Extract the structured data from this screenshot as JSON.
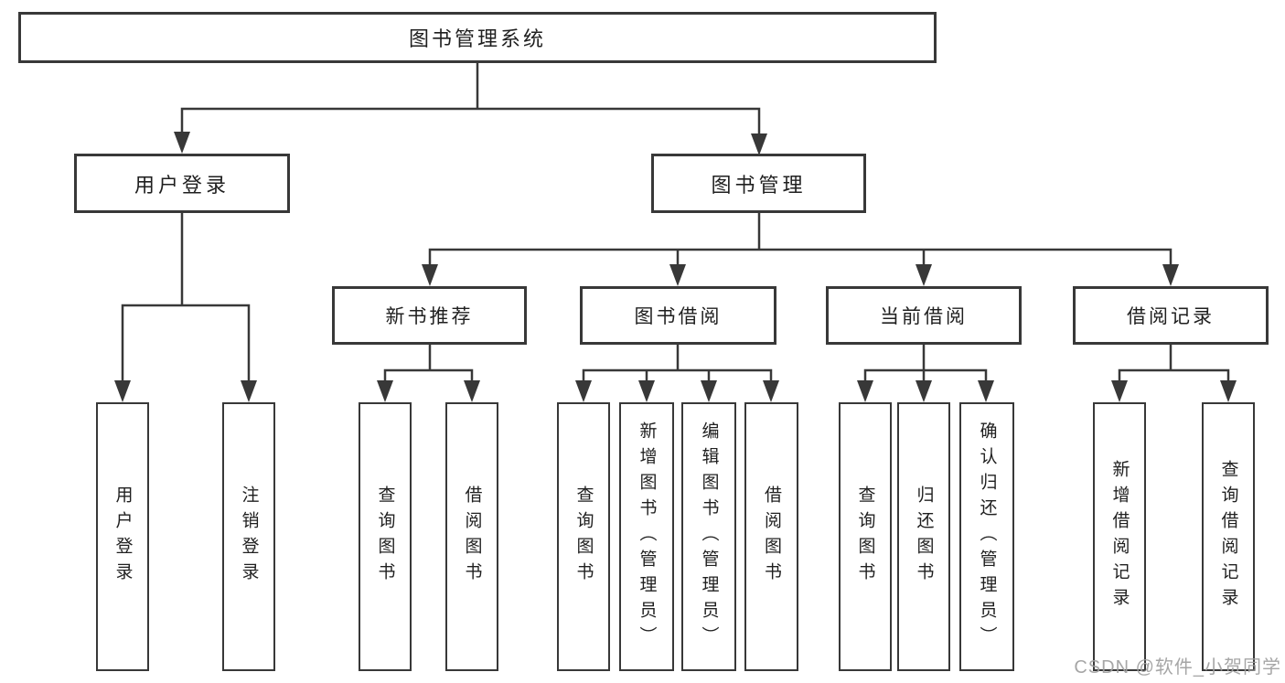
{
  "colors": {
    "line": "#383838",
    "box_border": "#383838",
    "text": "#1f1f1f",
    "background": "#ffffff",
    "watermark": "#9e9e9e"
  },
  "watermark": "CSDN @软件_小贺同学",
  "tree": {
    "root": "图书管理系统",
    "branches": [
      {
        "label": "用户登录",
        "children": [
          "用户登录",
          "注销登录"
        ]
      },
      {
        "label": "图书管理",
        "children": [
          {
            "label": "新书推荐",
            "children": [
              "查询图书",
              "借阅图书"
            ]
          },
          {
            "label": "图书借阅",
            "children": [
              "查询图书",
              "新增图书（管理员）",
              "编辑图书（管理员）",
              "借阅图书"
            ]
          },
          {
            "label": "当前借阅",
            "children": [
              "查询图书",
              "归还图书",
              "确认归还（管理员）"
            ]
          },
          {
            "label": "借阅记录",
            "children": [
              "新增借阅记录",
              "查询借阅记录"
            ]
          }
        ]
      }
    ]
  }
}
